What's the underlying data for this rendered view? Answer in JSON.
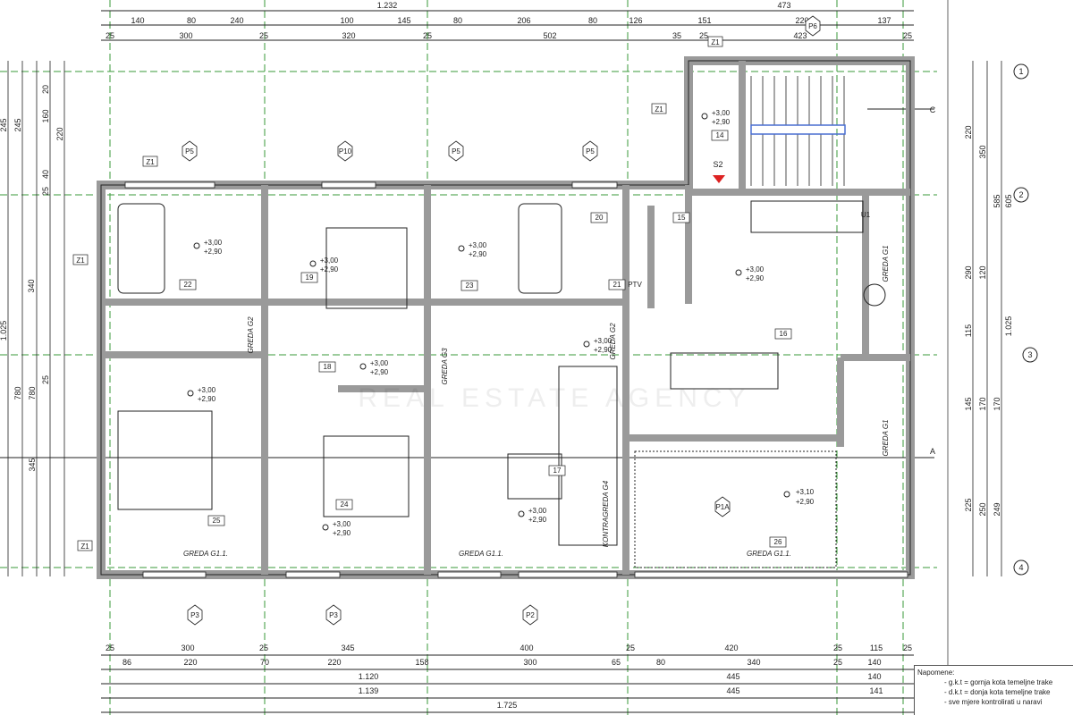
{
  "top_dims": {
    "row1": [
      "1.232",
      "473"
    ],
    "row2": [
      "140",
      "80",
      "240",
      "100",
      "145",
      "80",
      "206",
      "80",
      "126",
      "151",
      "220",
      "137"
    ],
    "row3": [
      "25",
      "300",
      "25",
      "320",
      "25",
      "502",
      "35",
      "25",
      "423",
      "25"
    ]
  },
  "bottom_dims": {
    "row1": [
      "25",
      "300",
      "25",
      "345",
      "400",
      "25",
      "420",
      "25",
      "115",
      "25"
    ],
    "row2": [
      "86",
      "220",
      "70",
      "220",
      "158",
      "300",
      "65",
      "80",
      "340",
      "25",
      "140"
    ],
    "row3": [
      "1.120",
      "445",
      "140"
    ],
    "row4": [
      "1.139",
      "445",
      "141"
    ],
    "row5": [
      "1.725"
    ]
  },
  "left_dims": [
    "245",
    "245",
    "20",
    "160",
    "40",
    "25",
    "220",
    "340",
    "1.025",
    "780",
    "780",
    "25",
    "345"
  ],
  "right_dims": [
    "220",
    "350",
    "585",
    "605",
    "290",
    "120",
    "115",
    "1.025",
    "170",
    "170",
    "145",
    "250",
    "249",
    "225"
  ],
  "axes": [
    "1",
    "2",
    "3",
    "4",
    "A",
    "C"
  ],
  "rooms": [
    "22",
    "19",
    "23",
    "20",
    "21",
    "15",
    "14",
    "16",
    "18",
    "25",
    "24",
    "17",
    "26"
  ],
  "level_labels": {
    "upper": "+3,00",
    "lower": "+2,90",
    "upper_terrace": "+3,10"
  },
  "beams": [
    "GREDA G1.1.",
    "GREDA G1.1.",
    "GREDA G1.1.",
    "GREDA G3",
    "GREDA G2",
    "KONTRAGREDA G4",
    "GREDA G1",
    "GREDA G1",
    "GREDA G2"
  ],
  "pillars": [
    "P5",
    "P10",
    "P5",
    "P5",
    "P3",
    "P3",
    "P2",
    "P6",
    "P1A"
  ],
  "tags": [
    "Z1",
    "S2",
    "PTV",
    "U1"
  ],
  "notes": {
    "title": "Napomene:",
    "items": [
      "- g.k.t = gornja kota temeljne trake",
      "- d.k.t = donja kota temeljne trake",
      "- sve mjere kontrolirati u naravi"
    ]
  },
  "watermark": "REAL ESTATE AGENCY",
  "colors": {
    "grid": "#3a9a3a",
    "wall": "#9a9a9a",
    "line": "#222222"
  }
}
